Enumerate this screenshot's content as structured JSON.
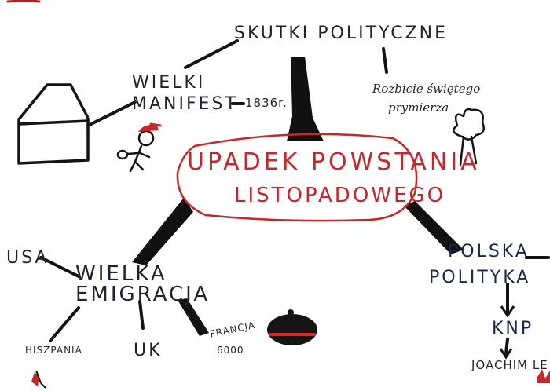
{
  "colors": {
    "ink": "#141414",
    "accent": "#c8262b",
    "navy": "#1c2452"
  },
  "center": {
    "line1": "UPADEK POWSTANIA",
    "line2": "LISTOPADOWEGO"
  },
  "skutki": {
    "title": "SKUTKI POLITYCZNE",
    "manifest_line1": "WIELKI",
    "manifest_line2": "MANIFEST",
    "manifest_year": "1836r.",
    "rozbicie_line1": "Rozbicie świętego",
    "rozbicie_line2": "prymierza"
  },
  "polska": {
    "line1": "POLSKA",
    "line2": "POLITYKA",
    "knp": "KNP",
    "joachim": "JOACHIM LE"
  },
  "emigracja": {
    "line1": "WIELKA",
    "line2": "EMIGRACJA",
    "usa": "USA",
    "hiszpania": "HISZPANIA",
    "uk": "UK",
    "francja": "FRANCJA",
    "francja_count": "6000"
  },
  "icons": [
    "house-icon",
    "stick-figure-icon",
    "tree-icon",
    "beret-icon",
    "crown-icon"
  ]
}
